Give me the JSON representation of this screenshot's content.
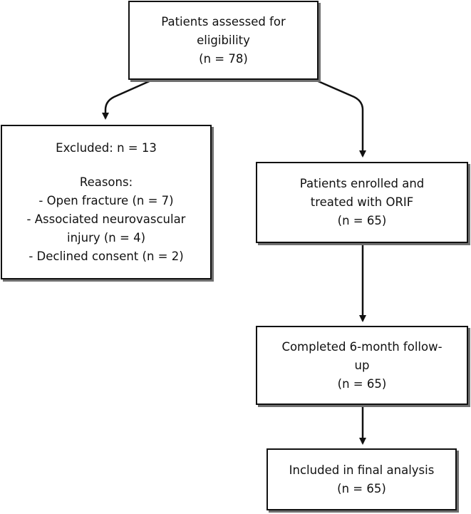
{
  "boxes": {
    "assessed": {
      "lines": [
        "Patients assessed for",
        "eligibility",
        "(n = 78)"
      ]
    },
    "excluded": {
      "header": "Excluded: n = 13",
      "reasons_title": "Reasons:",
      "reasons": [
        "- Open fracture (n = 7)",
        "- Associated neurovascular",
        "injury (n = 4)",
        "- Declined consent (n = 2)"
      ]
    },
    "enrolled": {
      "lines": [
        "Patients enrolled and",
        "treated with ORIF",
        "(n = 65)"
      ]
    },
    "followup": {
      "lines": [
        "Completed 6-month follow-",
        "up",
        "(n = 65)"
      ]
    },
    "analysis": {
      "lines": [
        "Included in final analysis",
        "(n = 65)"
      ]
    }
  },
  "colors": {
    "stroke": "#111111",
    "shadow": "#6f6f6f",
    "background": "#ffffff"
  }
}
